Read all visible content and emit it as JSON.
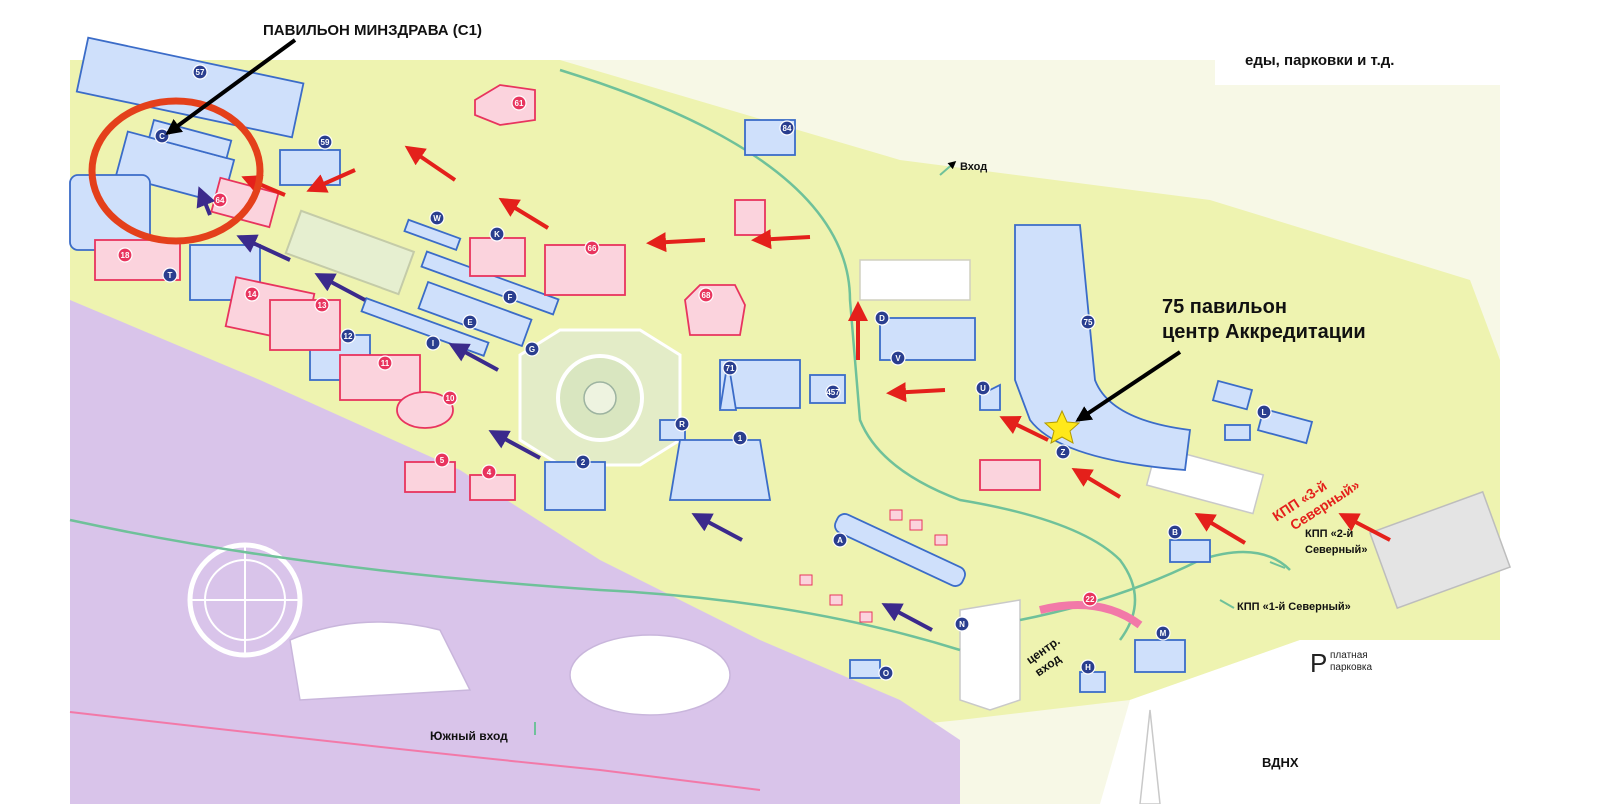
{
  "annotations": {
    "minzdrav": "ПАВИЛЬОН МИНЗДРАВА (С1)",
    "pav75_line1": "75 павильон",
    "pav75_line2": "центр Аккредитации",
    "kpp3_line1": "КПП «3-й",
    "kpp3_line2": "Северный»"
  },
  "map_labels": {
    "top_partial": "еды, парковки и т.д.",
    "vhod": "Вход",
    "kpp2_line1": "КПП «2-й",
    "kpp2_line2": "Северный»",
    "kpp1": "КПП «1-й Северный»",
    "parking_letter": "P",
    "parking_line1": "платная",
    "parking_line2": "парковка",
    "center_line1": "центр.",
    "center_line2": "вход",
    "south": "Южный вход",
    "vdnh": "ВДНХ"
  },
  "markers": {
    "blue": [
      "57",
      "C",
      "59",
      "84",
      "T",
      "W",
      "K",
      "F",
      "E",
      "12",
      "I",
      "G",
      "D",
      "V",
      "71",
      "457",
      "R",
      "1",
      "2",
      "U",
      "75",
      "Z",
      "L",
      "B",
      "A",
      "N",
      "O",
      "H",
      "M"
    ],
    "red": [
      "61",
      "64",
      "66",
      "68",
      "18",
      "14",
      "13",
      "11",
      "10",
      "5",
      "4",
      "22"
    ]
  },
  "colors": {
    "yellow_zone": "#eef3b0",
    "purple_zone": "#d9c4ea",
    "green_path": "#6fc19a",
    "pink_path": "#f279a8",
    "blue_building": "#3b6cc8",
    "red_building": "#e8345e",
    "annotation_red": "#e4201b",
    "annotation_purple": "#3b2a8c",
    "star": "#ffe81a"
  }
}
